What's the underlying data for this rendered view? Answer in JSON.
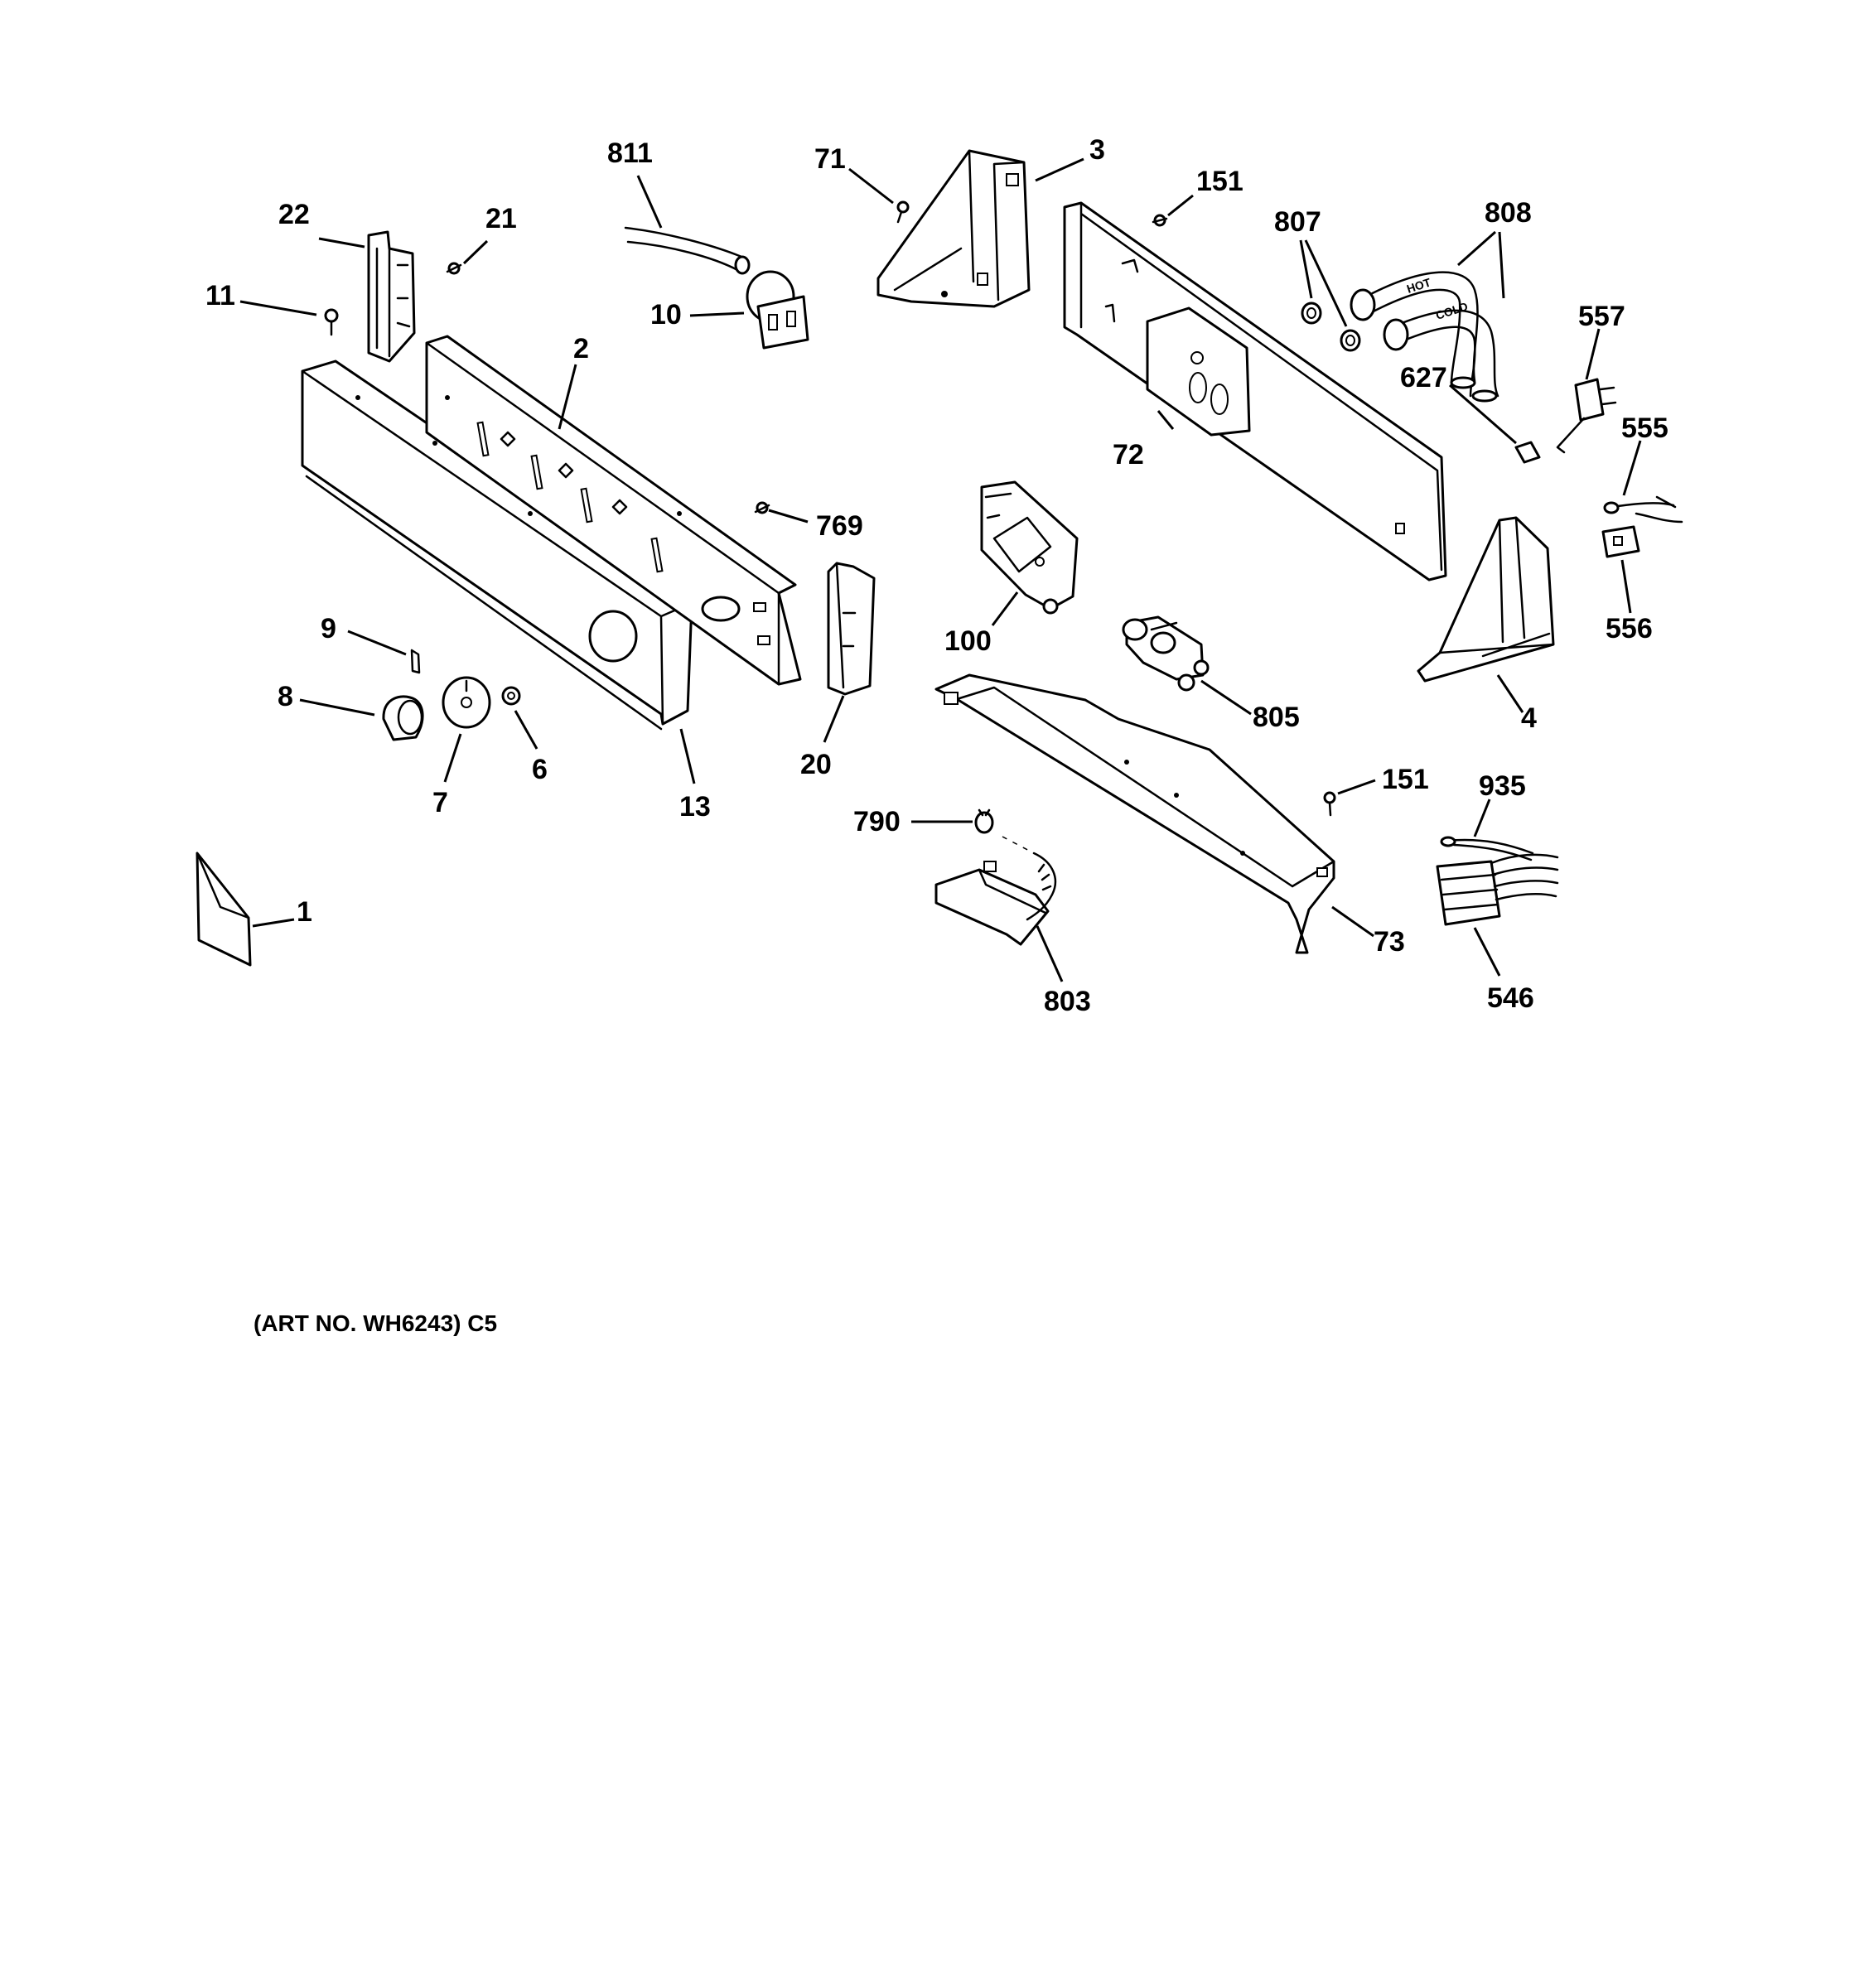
{
  "diagram": {
    "art_number": "(ART NO. WH6243) C5",
    "labels": {
      "p1": "1",
      "p2": "2",
      "p3": "3",
      "p4": "4",
      "p6": "6",
      "p7": "7",
      "p8": "8",
      "p9": "9",
      "p10": "10",
      "p11": "11",
      "p13": "13",
      "p20": "20",
      "p21": "21",
      "p22": "22",
      "p71": "71",
      "p72": "72",
      "p73": "73",
      "p100": "100",
      "p151a": "151",
      "p151b": "151",
      "p546": "546",
      "p555": "555",
      "p556": "556",
      "p557": "557",
      "p627": "627",
      "p769": "769",
      "p790": "790",
      "p803": "803",
      "p805": "805",
      "p807": "807",
      "p808": "808",
      "p811": "811",
      "p935": "935"
    },
    "hose_markings": {
      "hot": "HOT",
      "cold": "COLD"
    }
  }
}
